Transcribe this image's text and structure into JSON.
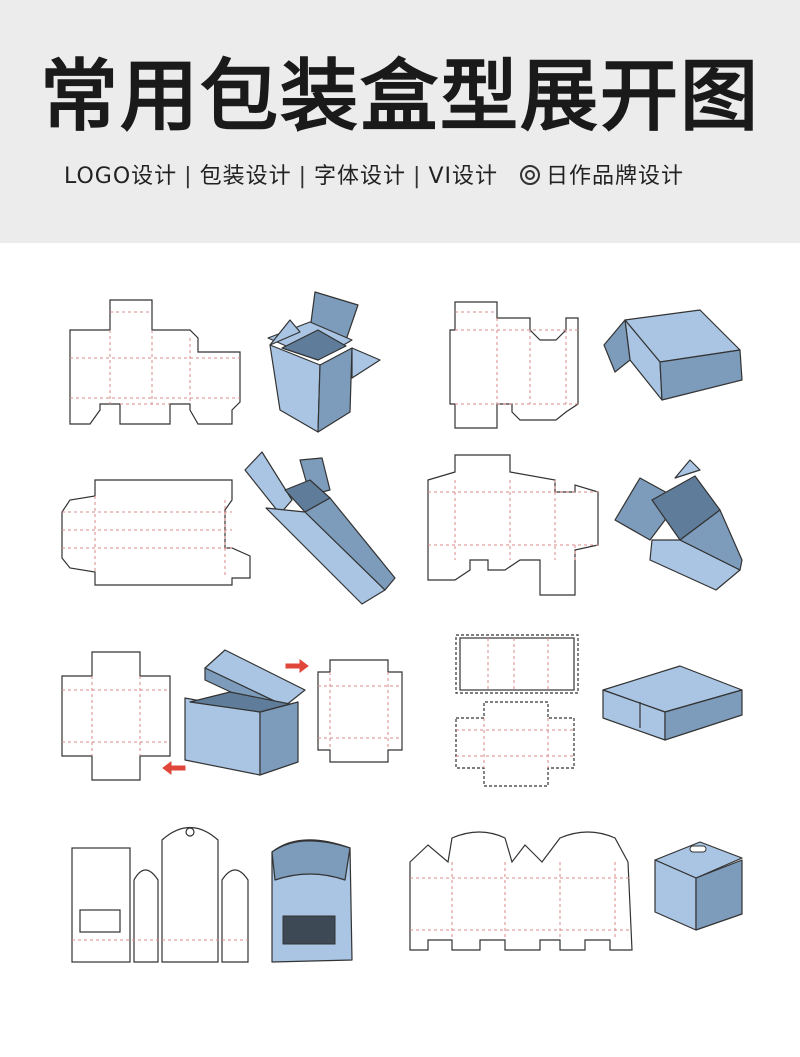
{
  "header": {
    "title": "常用包装盒型展开图",
    "subtitle_items": [
      "LOGO设计",
      "包装设计",
      "字体设计",
      "VI设计"
    ],
    "separator": "|",
    "brand": "日作品牌设计",
    "brand_icon": "concentric-circle-icon"
  },
  "colors": {
    "header_bg": "#ececec",
    "box_fill": "#a9c5e3",
    "box_dark": "#5f7d9a",
    "cut_line": "#333333",
    "fold_line": "#d98a8a",
    "arrow": "#e0473a"
  }
}
